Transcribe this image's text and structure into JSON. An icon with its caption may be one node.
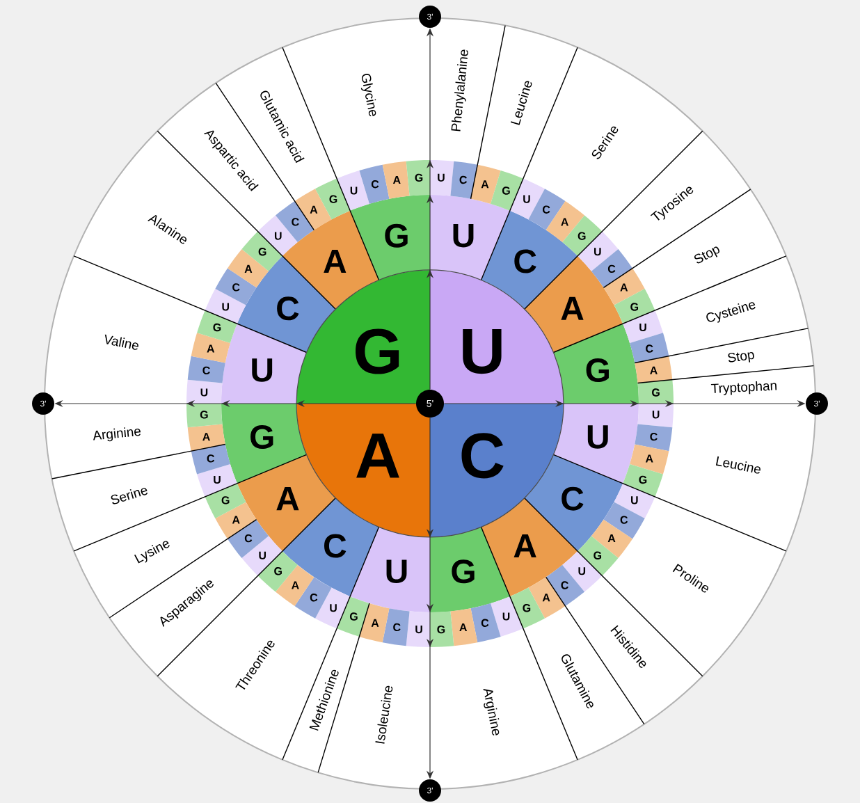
{
  "diagram": {
    "nodes": [
      {
        "text": [
          "U"
        ]
      },
      {
        "text": [
          "C"
        ]
      },
      {
        "text": [
          "A"
        ]
      },
      {
        "text": [
          "G"
        ]
      },
      {
        "text": [
          "U"
        ]
      },
      {
        "text": [
          "C"
        ]
      },
      {
        "text": [
          "A"
        ]
      },
      {
        "text": [
          "G"
        ]
      },
      {
        "text": [
          "U"
        ]
      },
      {
        "text": [
          "C"
        ]
      },
      {
        "text": [
          "A"
        ]
      },
      {
        "text": [
          "G"
        ]
      },
      {
        "text": [
          "U"
        ]
      },
      {
        "text": [
          "C"
        ]
      },
      {
        "text": [
          "A"
        ]
      },
      {
        "text": [
          "G"
        ]
      },
      {
        "text": [
          "U"
        ]
      },
      {
        "text": [
          "C"
        ]
      },
      {
        "text": [
          "A"
        ]
      },
      {
        "text": [
          "G"
        ]
      },
      {
        "text": [
          "U"
        ]
      },
      {
        "text": [
          "C"
        ]
      },
      {
        "text": [
          "A"
        ]
      },
      {
        "text": [
          "G"
        ]
      },
      {
        "text": [
          "U"
        ]
      },
      {
        "text": [
          "C"
        ]
      },
      {
        "text": [
          "A"
        ]
      },
      {
        "text": [
          "G"
        ]
      },
      {
        "text": [
          "U"
        ]
      },
      {
        "text": [
          "C"
        ]
      },
      {
        "text": [
          "A"
        ]
      },
      {
        "text": [
          "G"
        ]
      },
      {
        "text": [
          "U"
        ]
      },
      {
        "text": [
          "C"
        ]
      },
      {
        "text": [
          "A"
        ]
      },
      {
        "text": [
          "G"
        ]
      },
      {
        "text": [
          "U"
        ]
      },
      {
        "text": [
          "C"
        ]
      },
      {
        "text": [
          "A"
        ]
      },
      {
        "text": [
          "G"
        ]
      },
      {
        "text": [
          "U"
        ]
      },
      {
        "text": [
          "C"
        ]
      },
      {
        "text": [
          "A"
        ]
      },
      {
        "text": [
          "G"
        ]
      },
      {
        "text": [
          "U"
        ]
      },
      {
        "text": [
          "C"
        ]
      },
      {
        "text": [
          "A"
        ]
      },
      {
        "text": [
          "G"
        ]
      },
      {
        "text": [
          "U"
        ]
      },
      {
        "text": [
          "C"
        ]
      },
      {
        "text": [
          "A"
        ]
      },
      {
        "text": [
          "G"
        ]
      },
      {
        "text": [
          "U"
        ]
      },
      {
        "text": [
          "C"
        ]
      },
      {
        "text": [
          "A"
        ]
      },
      {
        "text": [
          "G"
        ]
      },
      {
        "text": [
          "U"
        ]
      },
      {
        "text": [
          "C"
        ]
      },
      {
        "text": [
          "A"
        ]
      },
      {
        "text": [
          "G"
        ]
      },
      {
        "text": [
          "U"
        ]
      },
      {
        "text": [
          "C"
        ]
      },
      {
        "text": [
          "A"
        ]
      },
      {
        "text": [
          "G"
        ]
      },
      {
        "text": [
          "U"
        ]
      },
      {
        "text": [
          "C"
        ]
      },
      {
        "text": [
          "A"
        ]
      },
      {
        "text": [
          "G"
        ]
      },
      {
        "text": [
          "U"
        ]
      },
      {
        "text": [
          "C"
        ]
      },
      {
        "text": [
          "A"
        ]
      },
      {
        "text": [
          "G"
        ]
      },
      {
        "text": [
          "U"
        ]
      },
      {
        "text": [
          "C"
        ]
      },
      {
        "text": [
          "A"
        ]
      },
      {
        "text": [
          "G"
        ]
      },
      {
        "text": [
          "U"
        ]
      },
      {
        "text": [
          "C"
        ]
      },
      {
        "text": [
          "A"
        ]
      },
      {
        "text": [
          "G"
        ]
      },
      {
        "text": [
          "U"
        ]
      },
      {
        "text": [
          "C"
        ]
      },
      {
        "text": [
          "A"
        ]
      },
      {
        "text": [
          "G"
        ]
      },
      {
        "text": [
          "Phenylalanine"
        ]
      },
      {
        "text": [
          "Leucine"
        ]
      },
      {
        "text": [
          "Serine"
        ]
      },
      {
        "text": [
          "Tyrosine"
        ]
      },
      {
        "text": [
          "Stop"
        ]
      },
      {
        "text": [
          "Cysteine"
        ]
      },
      {
        "text": [
          "Stop"
        ]
      },
      {
        "text": [
          "Tryptophan"
        ]
      },
      {
        "text": [
          "Leucine"
        ]
      },
      {
        "text": [
          "Proline"
        ]
      },
      {
        "text": [
          "Histidine"
        ]
      },
      {
        "text": [
          "Glutamine"
        ]
      },
      {
        "text": [
          "Arginine"
        ]
      },
      {
        "text": [
          "Isoleucine"
        ]
      },
      {
        "text": [
          "Methionine"
        ]
      },
      {
        "text": [
          "Threonine"
        ]
      },
      {
        "text": [
          "Asparagine"
        ]
      },
      {
        "text": [
          "Lysine"
        ]
      },
      {
        "text": [
          "Serine"
        ]
      },
      {
        "text": [
          "Arginine"
        ]
      },
      {
        "text": [
          "Valine"
        ]
      },
      {
        "text": [
          "Alanine"
        ]
      },
      {
        "text": [
          "Aspartic acid"
        ]
      },
      {
        "text": [
          "Glutamic acid"
        ]
      },
      {
        "text": [
          "Glycine"
        ]
      },
      {
        "text": [
          "5'"
        ]
      },
      {
        "text": [
          "3'"
        ]
      },
      {
        "text": [
          "3'"
        ]
      },
      {
        "text": [
          "3'"
        ]
      },
      {
        "text": [
          "3'"
        ]
      }
    ],
    "edges": [
      {
        "from": 109,
        "to": 110,
        "arrow": "to"
      },
      {
        "from": 109,
        "to": 111,
        "arrow": "to"
      },
      {
        "from": 109,
        "to": 112,
        "arrow": "to"
      },
      {
        "from": 109,
        "to": 113,
        "arrow": "to"
      }
    ]
  }
}
